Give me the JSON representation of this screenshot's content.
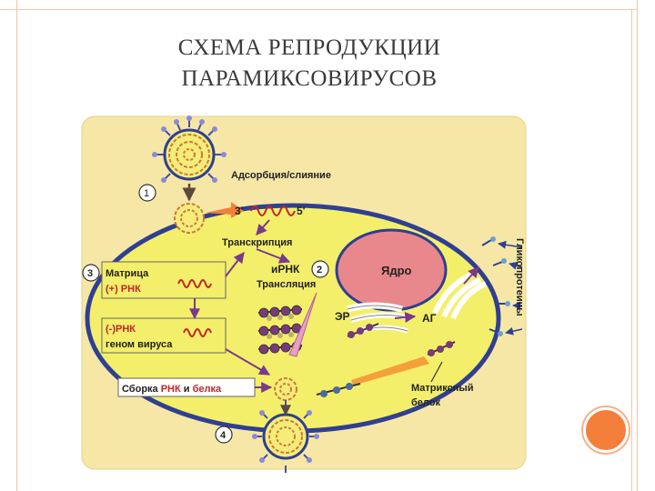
{
  "slide": {
    "title_line1": "СХЕМА РЕПРОДУКЦИИ",
    "title_line2": "ПАРАМИКСОВИРУСОВ"
  },
  "diagram": {
    "step1": "1",
    "step2": "2",
    "step3": "3",
    "step4": "4",
    "adsorption": "Адсорбция/слияние",
    "end3": "3'",
    "end5": "5'",
    "transcription": "Транскрипция",
    "mrna": "иРНК",
    "translation": "Трансляция",
    "nucleus": "Ядро",
    "er": "ЭР",
    "golgi": "АГ",
    "glycoproteins": "Гликопротеины",
    "matrix_line1": "Матрица",
    "matrix_line2": "(+) РНК",
    "genome_line1": "(-)РНК",
    "genome_line2": "геном вируса",
    "assembly_prefix": "Сборка ",
    "assembly_rna": "РНК",
    "assembly_and": " и ",
    "assembly_protein": "белка",
    "matrix_protein_line1": "Матриксный",
    "matrix_protein_line2": "белок"
  },
  "colors": {
    "frame": "#f6c4a6",
    "cell_fill": "#f4ef6a",
    "membrane": "#2f3f92",
    "nucleus_fill": "#e8888c",
    "background_panel": "#f6e7a6",
    "accent_orange": "#f47f3a",
    "rna_red": "#c0262b"
  }
}
